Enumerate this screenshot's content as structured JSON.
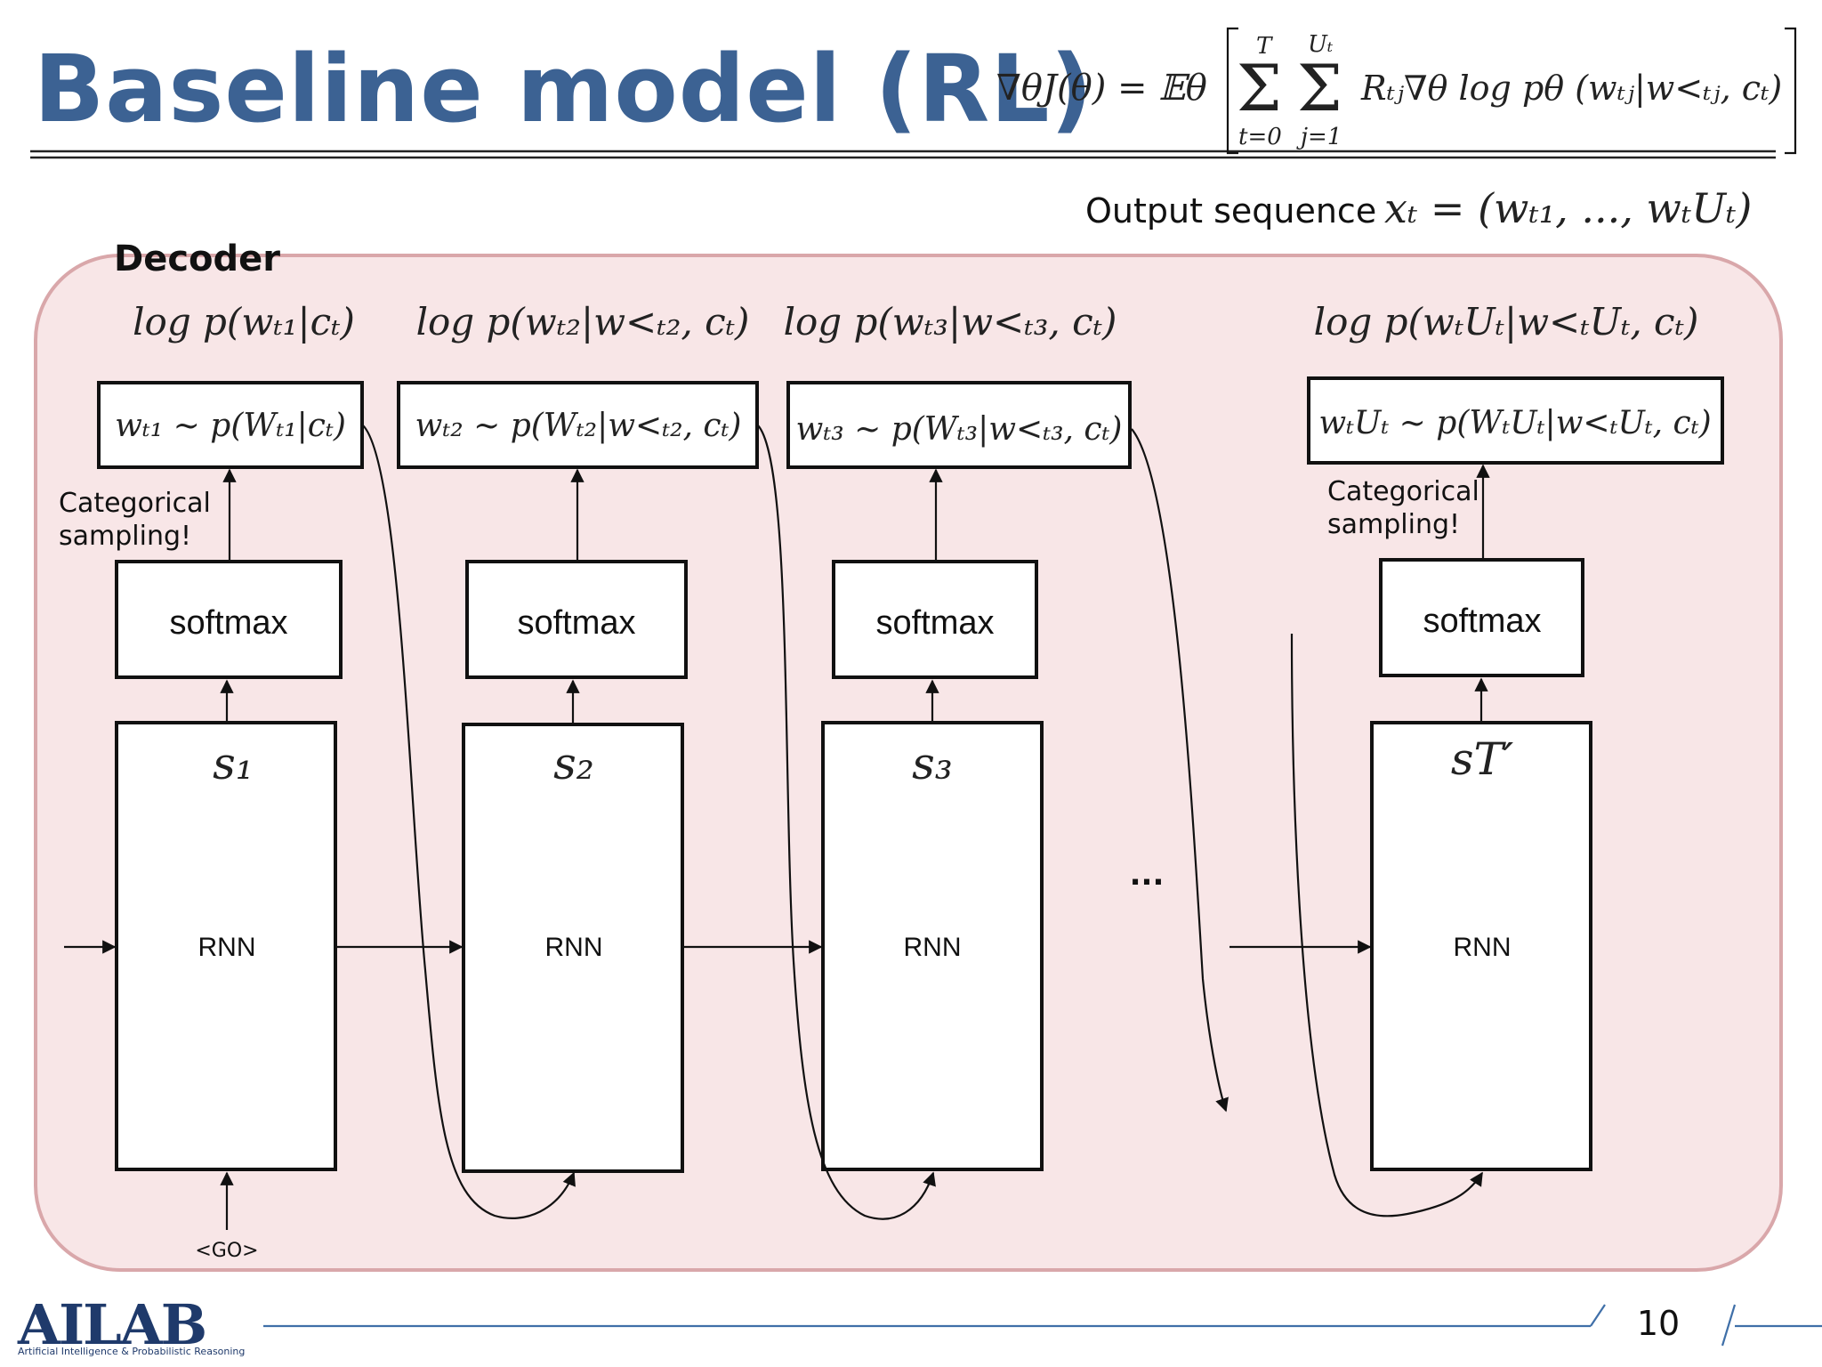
{
  "slide": {
    "title": "Baseline model (RL)",
    "page_number": "10"
  },
  "formula": {
    "lhs": "∇θJ(θ) = 𝔼θ",
    "sum1_top": "T",
    "sum1_bottom": "t=0",
    "sum2_top": "Uₜ",
    "sum2_bottom": "j=1",
    "body": "Rₜⱼ∇θ log pθ (wₜⱼ|w<ₜⱼ, cₜ)"
  },
  "output": {
    "label": "Output sequence",
    "expr": "xₜ = (wₜ₁, ..., wₜUₜ)"
  },
  "decoder": {
    "label": "Decoder",
    "go_label": "<GO>",
    "ellipsis": "...",
    "categorical_note": "Categorical sampling!",
    "columns": [
      {
        "logp": "log p(wₜ₁|cₜ)",
        "sample": "wₜ₁ ~ p(Wₜ₁|cₜ)",
        "softmax": "softmax",
        "state": "s₁",
        "rnn": "RNN"
      },
      {
        "logp": "log p(wₜ₂|w<ₜ₂, cₜ)",
        "sample": "wₜ₂ ~ p(Wₜ₂|w<ₜ₂, cₜ)",
        "softmax": "softmax",
        "state": "s₂",
        "rnn": "RNN"
      },
      {
        "logp": "log p(wₜ₃|w<ₜ₃, cₜ)",
        "sample": "wₜ₃ ~ p(Wₜ₃|w<ₜ₃, cₜ)",
        "softmax": "softmax",
        "state": "s₃",
        "rnn": "RNN"
      },
      {
        "logp": "log p(wₜUₜ|w<ₜUₜ, cₜ)",
        "sample": "wₜUₜ ~ p(WₜUₜ|w<ₜUₜ, cₜ)",
        "softmax": "softmax",
        "state": "sT′",
        "rnn": "RNN"
      }
    ]
  },
  "logo": {
    "text": "AILAB",
    "tagline": "Artificial Intelligence & Probabilistic Reasoning"
  },
  "colors": {
    "title": "#3c6293",
    "decoder_fill": "#f8e6e7",
    "decoder_border": "#d9a7aa",
    "decoder_label": "#c0504d",
    "footer_line": "#3f6fa8"
  }
}
